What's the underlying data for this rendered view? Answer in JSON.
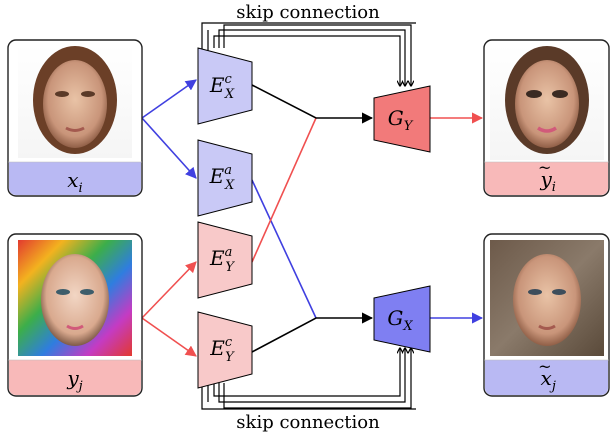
{
  "skip_top_label": "skip connection",
  "skip_bottom_label": "skip connection",
  "cards": {
    "x_i": {
      "name": "x",
      "sub": "i",
      "fill": "#b9b9f3",
      "stroke": "#222222"
    },
    "y_j": {
      "name": "y",
      "sub": "j",
      "fill": "#f8b9b9",
      "stroke": "#222222"
    },
    "y_tilde_i": {
      "name": "y",
      "sub": "i",
      "tilde": "~",
      "fill": "#f8b9b9",
      "stroke": "#222222"
    },
    "x_tilde_j": {
      "name": "x",
      "sub": "j",
      "tilde": "~",
      "fill": "#b9b9f3",
      "stroke": "#222222"
    }
  },
  "blocks": {
    "ec_x": {
      "base": "E",
      "sup": "c",
      "sub": "X",
      "fill": "#c9c9f6"
    },
    "ea_x": {
      "base": "E",
      "sup": "a",
      "sub": "X",
      "fill": "#c9c9f6"
    },
    "ea_y": {
      "base": "E",
      "sup": "a",
      "sub": "Y",
      "fill": "#f8c9c9"
    },
    "ec_y": {
      "base": "E",
      "sup": "c",
      "sub": "Y",
      "fill": "#f8c9c9"
    },
    "g_y": {
      "base": "G",
      "sub": "Y",
      "fill": "#f27a7a"
    },
    "g_x": {
      "base": "G",
      "sub": "X",
      "fill": "#7f7ff2"
    }
  },
  "colors": {
    "blue_line": "#4040e0",
    "red_line": "#f05050",
    "black_line": "#000000"
  }
}
